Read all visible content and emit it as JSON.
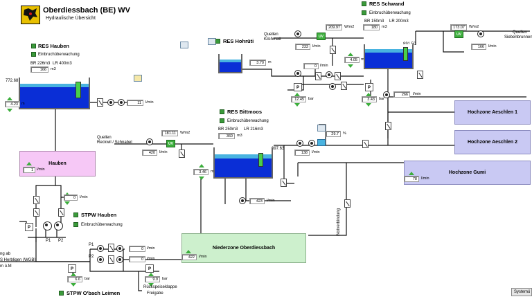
{
  "header": {
    "title": "Oberdiessbach (BE) WV",
    "subtitle": "Hydraulische Übersicht"
  },
  "res_hauben": {
    "title": "RES Hauben",
    "alarm": "Einbruchüberwachung",
    "br": "BR 226m3",
    "lr": "LR 400m3",
    "volume": "166",
    "volume_unit": "m3",
    "altitude": "772.68",
    "level": "4.23",
    "level_unit": "m",
    "flow_out": "11",
    "flow_out_unit": "l/min"
  },
  "hauben": {
    "label": "Hauben",
    "value": "1",
    "unit": "l/min"
  },
  "res_hohruti": {
    "title": "RES Hohrüti",
    "level": "3.70",
    "level_unit": "m",
    "flow": "0",
    "flow_unit": "l/min"
  },
  "res_schwand": {
    "title": "RES Schwand",
    "alarm": "Einbruchüberwachung",
    "br": "BR 150m3",
    "lr": "LR 200m3",
    "volume": "180",
    "volume_unit": "m3",
    "altitude": "891.50",
    "level": "4.05",
    "level_unit": "m",
    "quellen_kilchmatt": "Quellen Kilchmatt",
    "uv_value": "209.97",
    "uv_unit": "W/m2",
    "flow_in": "233",
    "flow_in_unit": "l/min",
    "quellen_sieben": "Quellen Siebenbrunnen",
    "uv2_value": "173.07",
    "uv2_unit": "W/m2",
    "flow_in2": "166",
    "flow_in2_unit": "l/min",
    "pressure": "12.45",
    "pressure_unit": "bar",
    "pressure2": "3.43",
    "pressure2_unit": "bar",
    "flow_out": "266",
    "flow_out_unit": "l/min"
  },
  "res_bittmoos": {
    "title": "RES Bittmoos",
    "alarm": "Einbruchüberwachung",
    "br": "BR 250m3",
    "lr": "LR 216m3",
    "volume": "360",
    "volume_unit": "m3",
    "altitude": "697.63",
    "level": "3.46",
    "level_unit": "m",
    "quellen": "Quellen Reckwil / Schnabel",
    "uv_value": "181.11",
    "uv_unit": "W/m2",
    "flow_in": "420",
    "flow_in_unit": "l/min",
    "flow_out": "138",
    "flow_out_unit": "l/min",
    "valve_pct": "29.7",
    "valve_unit": "%",
    "flow_out2": "423",
    "flow_out2_unit": "l/min"
  },
  "zones": {
    "aeschlen1": "Hochzone Aeschlen 1",
    "aeschlen2": "Hochzone Aeschlen 2",
    "gumi": "Hochzone Gumi",
    "gumi_value": "78",
    "gumi_unit": "l/min",
    "niederzone": "Niederzone Oberdiessbach",
    "niederzone_value": "422",
    "niederzone_unit": "l/min",
    "notverbindung": "Notverbindung"
  },
  "stpw_hauben": {
    "title": "STPW Hauben",
    "alarm": "Einbruchüberwachung",
    "flow": "0",
    "flow_unit": "l/min",
    "p1": "P1",
    "p2": "P2",
    "p_label": "P"
  },
  "stpw_obach": {
    "title": "STPW O'bach Leimen",
    "p1": "P1",
    "p2": "P2",
    "flow1": "0",
    "flow1_unit": "l/min",
    "flow2": "0",
    "flow2_unit": "l/min",
    "pressure1": "6.6",
    "pressure1_unit": "bar",
    "pressure2": "9.9",
    "pressure2_unit": "bar",
    "left_text_1": "ng ab",
    "left_text_2": "S Herbligen (WGB)",
    "left_text_3": "m ü.M",
    "rueckspeise": "Rückspeiseklappe",
    "freigabe": "Freigabe"
  },
  "footer": {
    "system_button": "Systemü"
  },
  "colors": {
    "water": "#0a2ed6",
    "water_top": "#49b3e0",
    "zone": "#c9c9f3",
    "hauben": "#f6c8f6",
    "niederzone": "#cdf0cd",
    "alarm_ok": "#3a9a3a"
  }
}
